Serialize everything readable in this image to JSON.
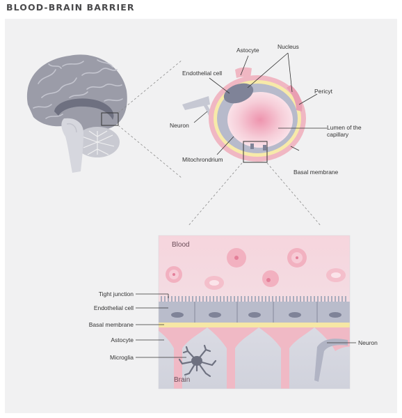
{
  "title": "BLOOD-BRAIN BARRIER",
  "capillary_labels": {
    "astocyte": "Astocyte",
    "nucleus": "Nucleus",
    "endothelial_cell": "Endothelial cell",
    "pericyt": "Pericyt",
    "neuron": "Neuron",
    "lumen": "Lumen of the capillary",
    "mitochondrium": "Mitochrondrium",
    "basal_membrane": "Basal membrane"
  },
  "barrier_labels": {
    "blood": "Blood",
    "brain": "Brain",
    "tight_junction": "Tight junction",
    "endothelial_cell": "Endothelial cell",
    "basal_membrane": "Basal membrane",
    "astocyte": "Astocyte",
    "microglia": "Microglia",
    "neuron": "Neuron"
  },
  "colors": {
    "panel": "#f1f1f2",
    "brain": "#9a9ba6",
    "capillary_pink": "#f1b6c3",
    "basal_yellow": "#f7eaa9",
    "endothelium": "#b9bccb",
    "nucleus": "#7f8398",
    "blood_bg": "#f5d9df",
    "brain_bg": "#dcdde4"
  },
  "icons": [
    "brain-illustration",
    "capillary-cross-section",
    "blood-cell-icon",
    "microglia-icon"
  ]
}
